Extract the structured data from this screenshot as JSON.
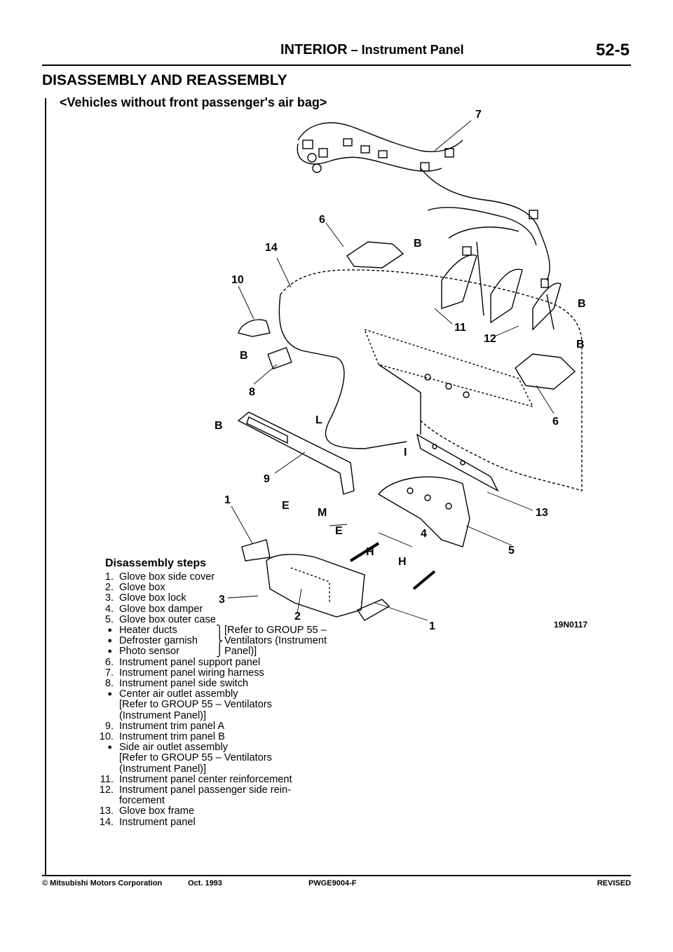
{
  "header": {
    "title": "INTERIOR",
    "subtitle": " – Instrument Panel",
    "page": "52-5"
  },
  "section_title": "DISASSEMBLY AND REASSEMBLY",
  "variant": "<Vehicles without front passenger's air bag>",
  "callouts": [
    "7",
    "6",
    "B",
    "14",
    "10",
    "B",
    "11",
    "12",
    "B",
    "B",
    "8",
    "B",
    "6",
    "L",
    "I",
    "9",
    "13",
    "1",
    "E",
    "M",
    "E",
    "4",
    "5",
    "H",
    "H",
    "3",
    "2",
    "1"
  ],
  "figure_number": "19N0117",
  "steps_title": "Disassembly steps",
  "steps": [
    {
      "n": "1.",
      "t": "Glove box side cover"
    },
    {
      "n": "2.",
      "t": "Glove box"
    },
    {
      "n": "3.",
      "t": "Glove box lock"
    },
    {
      "n": "4.",
      "t": "Glove box damper"
    },
    {
      "n": "5.",
      "t": "Glove box outer case"
    },
    {
      "n": "●",
      "t": "Heater ducts"
    },
    {
      "n": "●",
      "t": "Defroster garnish"
    },
    {
      "n": "●",
      "t": "Photo sensor"
    },
    {
      "n": "6.",
      "t": "Instrument panel support panel"
    },
    {
      "n": "7.",
      "t": "Instrument panel wiring harness"
    },
    {
      "n": "8.",
      "t": "Instrument panel side switch"
    },
    {
      "n": "●",
      "t": "Center air outlet assembly"
    },
    {
      "n": "",
      "t": "[Refer to GROUP 55 – Ventilators"
    },
    {
      "n": "",
      "t": "(Instrument Panel)]"
    },
    {
      "n": "9.",
      "t": "Instrument trim panel A"
    },
    {
      "n": "10.",
      "t": "Instrument trim panel B"
    },
    {
      "n": "●",
      "t": "Side air outlet assembly"
    },
    {
      "n": "",
      "t": "[Refer to GROUP 55 – Ventilators"
    },
    {
      "n": "",
      "t": "(Instrument Panel)]"
    },
    {
      "n": "11.",
      "t": "Instrument panel center reinforcement"
    },
    {
      "n": "12.",
      "t": "Instrument panel passenger side rein-"
    },
    {
      "n": "",
      "t": "forcement"
    },
    {
      "n": "13.",
      "t": "Glove box frame"
    },
    {
      "n": "14.",
      "t": "Instrument panel"
    }
  ],
  "group_ref": [
    "[Refer to GROUP 55 –",
    "Ventilators (Instrument",
    "Panel)]"
  ],
  "footer": {
    "copyright": "© Mitsubishi Motors Corporation",
    "date": "Oct. 1993",
    "code": "PWGE9004-F",
    "status": "REVISED"
  }
}
